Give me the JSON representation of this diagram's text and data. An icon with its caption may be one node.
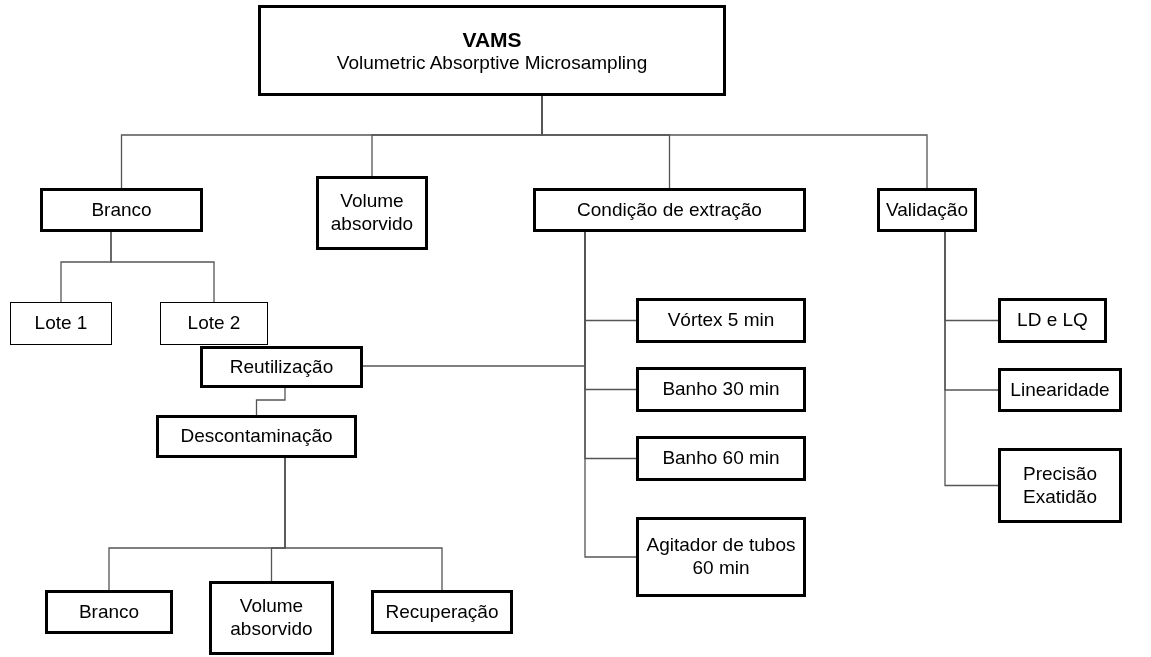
{
  "diagram": {
    "nodes": [
      {
        "text": [
          "VAMS",
          "Volumetric Absorptive Microsampling"
        ]
      },
      {
        "text": [
          "Branco"
        ]
      },
      {
        "text": [
          "Volume absorvido"
        ]
      },
      {
        "text": [
          "Condição de extração"
        ]
      },
      {
        "text": [
          "Validação"
        ]
      },
      {
        "text": [
          "Lote 1"
        ]
      },
      {
        "text": [
          "Lote 2"
        ]
      },
      {
        "text": [
          "Vórtex 5 min"
        ]
      },
      {
        "text": [
          "Banho 30 min"
        ]
      },
      {
        "text": [
          "Banho 60 min"
        ]
      },
      {
        "text": [
          "Agitador de tubos 60 min"
        ]
      },
      {
        "text": [
          "LD e LQ"
        ]
      },
      {
        "text": [
          "Linearidade"
        ]
      },
      {
        "text": [
          "Precisão Exatidão"
        ]
      },
      {
        "text": [
          "Reutilização"
        ]
      },
      {
        "text": [
          "Descontaminação"
        ]
      },
      {
        "text": [
          "Branco"
        ]
      },
      {
        "text": [
          "Volume absorvido"
        ]
      },
      {
        "text": [
          "Recuperação"
        ]
      }
    ],
    "edges": [
      {
        "from": 0,
        "to": 1,
        "arrow": "none"
      },
      {
        "from": 0,
        "to": 2,
        "arrow": "none"
      },
      {
        "from": 0,
        "to": 3,
        "arrow": "none"
      },
      {
        "from": 0,
        "to": 4,
        "arrow": "none"
      },
      {
        "from": 1,
        "to": 5,
        "arrow": "none"
      },
      {
        "from": 1,
        "to": 6,
        "arrow": "none"
      },
      {
        "from": 3,
        "to": 7,
        "arrow": "none"
      },
      {
        "from": 3,
        "to": 8,
        "arrow": "none"
      },
      {
        "from": 3,
        "to": 9,
        "arrow": "none"
      },
      {
        "from": 3,
        "to": 10,
        "arrow": "none"
      },
      {
        "from": 3,
        "to": 14,
        "arrow": "none"
      },
      {
        "from": 4,
        "to": 11,
        "arrow": "none"
      },
      {
        "from": 4,
        "to": 12,
        "arrow": "none"
      },
      {
        "from": 4,
        "to": 13,
        "arrow": "none"
      },
      {
        "from": 14,
        "to": 15,
        "arrow": "none"
      },
      {
        "from": 15,
        "to": 16,
        "arrow": "none"
      },
      {
        "from": 15,
        "to": 17,
        "arrow": "none"
      },
      {
        "from": 15,
        "to": 18,
        "arrow": "none"
      }
    ]
  }
}
